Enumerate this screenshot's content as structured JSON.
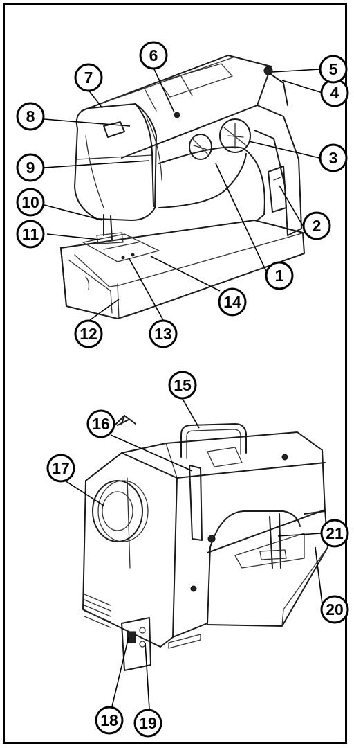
{
  "callouts": [
    {
      "id": "1",
      "label": "1"
    },
    {
      "id": "2",
      "label": "2"
    },
    {
      "id": "3",
      "label": "3"
    },
    {
      "id": "4",
      "label": "4"
    },
    {
      "id": "5",
      "label": "5"
    },
    {
      "id": "6",
      "label": "6"
    },
    {
      "id": "7",
      "label": "7"
    },
    {
      "id": "8",
      "label": "8"
    },
    {
      "id": "9",
      "label": "9"
    },
    {
      "id": "10",
      "label": "10"
    },
    {
      "id": "11",
      "label": "11"
    },
    {
      "id": "12",
      "label": "12"
    },
    {
      "id": "13",
      "label": "13"
    },
    {
      "id": "14",
      "label": "14"
    },
    {
      "id": "15",
      "label": "15"
    },
    {
      "id": "16",
      "label": "16"
    },
    {
      "id": "17",
      "label": "17"
    },
    {
      "id": "18",
      "label": "18"
    },
    {
      "id": "19",
      "label": "19"
    },
    {
      "id": "20",
      "label": "20"
    },
    {
      "id": "21",
      "label": "21"
    }
  ],
  "colors": {
    "ink": "#000000",
    "paper": "#ffffff"
  }
}
